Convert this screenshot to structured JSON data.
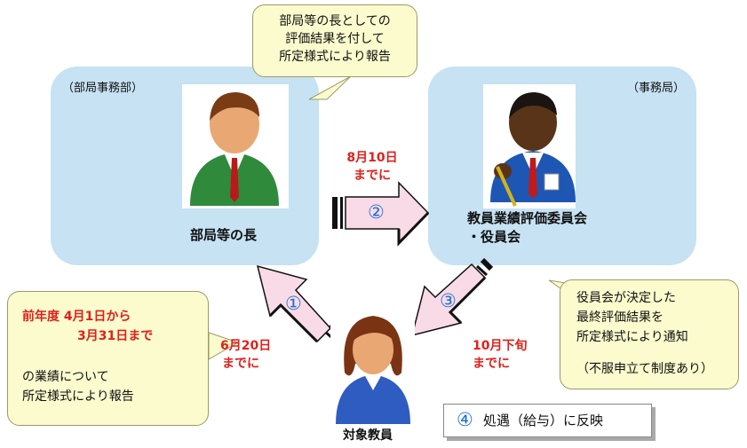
{
  "boxes": {
    "left": {
      "tag": "（部局事務部）",
      "caption": "部局等の長"
    },
    "right": {
      "tag": "（事務局）",
      "caption_line1": "教員業績評価委員会",
      "caption_line2": "・役員会"
    }
  },
  "callouts": {
    "top": [
      "部局等の長としての",
      "評価結果を付して",
      "所定様式により報告"
    ],
    "left": {
      "line1": "前年度 4月1日から",
      "line2": "3月31日まで",
      "line3": "の業績について",
      "line4": "所定様式により報告"
    },
    "right": [
      "役員会が決定した",
      "最終評価結果を",
      "所定様式により通知",
      "（不服申立て制度あり）"
    ]
  },
  "arrows": {
    "step1": {
      "number": "①",
      "deadline": [
        "6月20日",
        "までに"
      ]
    },
    "step2": {
      "number": "②",
      "deadline": [
        "8月10日",
        "までに"
      ]
    },
    "step3": {
      "number": "③",
      "deadline": [
        "10月下旬",
        "までに"
      ]
    }
  },
  "teacher_label": "対象教員",
  "step4": {
    "number": "④",
    "text": "処遇（給与）に反映"
  },
  "colors": {
    "box": "#c6e2f3",
    "note": "#fbfbce",
    "arrow_fill": "#f8dbe6",
    "accent_blue": "#1f6fd0",
    "deadline_red": "#e0201a"
  }
}
